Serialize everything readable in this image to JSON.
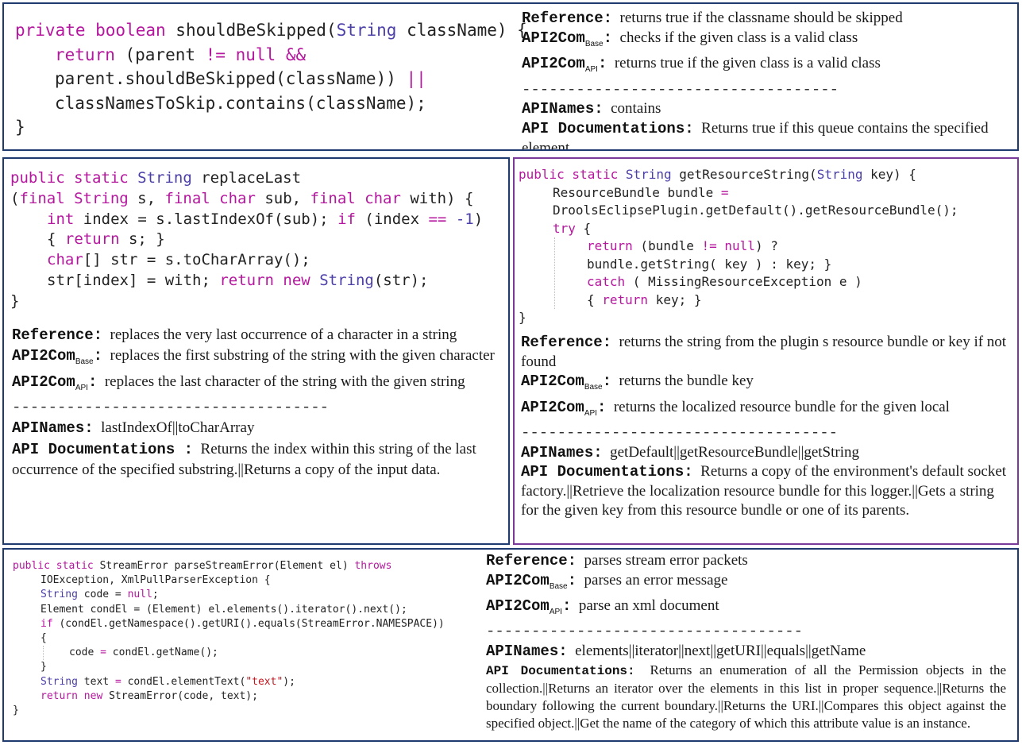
{
  "panels": [
    {
      "code": {
        "l1a": "private boolean ",
        "l1b": "shouldBeSkipped(",
        "l1c": "String",
        "l1d": " className) {",
        "l2a": "return",
        "l2b": " (parent ",
        "l2c": "!=",
        "l2d": " ",
        "l2e": "null",
        "l2f": " ",
        "l2g": "&&",
        "l3a": "parent.shouldBeSkipped(className)) ",
        "l3b": "||",
        "l4": "classNamesToSkip.contains(className);",
        "l5": "}"
      },
      "ref_label": "Reference",
      "ref_text": "returns true if the classname should be skipped",
      "base_text": "checks if the given class is a valid class",
      "api_text": "returns true if the given class is a valid class",
      "apinames_text": "contains",
      "apidoc_text": "Returns true if this queue contains the specified element."
    },
    {
      "code": {
        "l1a": "public static ",
        "l1b": "String",
        "l1c": " replaceLast",
        "l2a": "(",
        "l2b": "final String",
        "l2c": " s, ",
        "l2d": "final char",
        "l2e": " sub, ",
        "l2f": "final char",
        "l2g": " with) {",
        "l3a": "int",
        "l3b": " index = s.lastIndexOf(sub); ",
        "l3c": "if",
        "l3d": " (index ",
        "l3e": "==",
        "l3f": " ",
        "l3g": "-1",
        "l3h": ")",
        "l4a": "{ ",
        "l4b": "return",
        "l4c": " s; }",
        "l5a": "char",
        "l5b": "[] str = s.toCharArray();",
        "l6a": "str[index] = with; ",
        "l6b": "return new",
        "l6c": " ",
        "l6d": "String",
        "l6e": "(str);",
        "l7": "}"
      },
      "ref_label": "Reference",
      "ref_text": "replaces the very last occurrence of a character in a string",
      "base_text": "replaces the first substring of the string with the given character",
      "api_text": "replaces the last character of the string with the given string",
      "apinames_text": "lastIndexOf||toCharArray",
      "apidoc_label": "API Documentations",
      "apidoc_text": "Returns the index within this string of the last occurrence of the specified substring.||Returns a copy of the input data."
    },
    {
      "code": {
        "l1a": "public static ",
        "l1b": "String",
        "l1c": " getResourceString(",
        "l1d": "String",
        "l1e": " key) {",
        "l2a": "ResourceBundle bundle ",
        "l2b": "=",
        "l3": "DroolsEclipsePlugin.getDefault().getResourceBundle();",
        "l4a": "try",
        "l4b": " {",
        "l5a": "return",
        "l5b": " (bundle ",
        "l5c": "!=",
        "l5d": " ",
        "l5e": "null",
        "l5f": ") ?",
        "l6": "bundle.getString( key ) : key; }",
        "l7a": "catch",
        "l7b": " ( MissingResourceException e )",
        "l8a": "{ ",
        "l8b": "return",
        "l8c": " key; }",
        "l9": "}"
      },
      "ref_label": "Reference",
      "ref_text": "returns the string from the plugin s resource bundle or key if not found",
      "base_text": "returns the bundle key",
      "api_text": "returns the localized resource bundle for the given local",
      "apinames_text": "getDefault||getResourceBundle||getString",
      "apidoc_text": "Returns a copy of the environment's default socket factory.||Retrieve the localization resource bundle for this logger.||Gets a string for the given key from this resource bundle or one of its parents."
    },
    {
      "code": {
        "l1a": "public static ",
        "l1b": "StreamError parseStreamError(Element el) ",
        "l1c": "throws",
        "l2": "IOException, XmlPullParserException {",
        "l3a": "String",
        "l3b": " code = ",
        "l3c": "null",
        "l3d": ";",
        "l4": "Element condEl = (Element) el.elements().iterator().next();",
        "l5a": "if",
        "l5b": " (condEl.getNamespace().getURI().equals(StreamError.NAMESPACE))",
        "l6": "{",
        "l7a": "code ",
        "l7b": "=",
        "l7c": " condEl.getName();",
        "l8": "}",
        "l9a": "String",
        "l9b": " text ",
        "l9c": "=",
        "l9d": " condEl.elementText(",
        "l9e": "\"text\"",
        "l9f": ");",
        "l10a": "return new",
        "l10b": " StreamError(code, text);",
        "l11": "}"
      },
      "ref_label": "Reference",
      "ref_text": "parses stream error packets",
      "base_text": "parses an error message",
      "api_text": "parse an xml document",
      "apinames_text": "elements||iterator||next||getURI||equals||getName",
      "apidoc_text": "Returns an enumeration of all the Permission objects in the collection.||Returns an iterator over the elements in this list in proper sequence.||Returns the boundary following the current boundary.||Returns the URI.||Compares this object against the specified object.||Get the name of the category of which this attribute value is an instance."
    }
  ],
  "labels": {
    "api2com": "API2Com",
    "base_sub": "Base",
    "api_sub": "API",
    "apinames": "APINames",
    "apidoc": "API Documentations",
    "separator": "-----------------------------------"
  },
  "colors": {
    "panel_border_blue": "#1f3a6e",
    "panel_border_purple": "#7a3a9a",
    "keyword": "#b5179e",
    "type": "#4b3fa8",
    "literal": "#c0171f"
  }
}
